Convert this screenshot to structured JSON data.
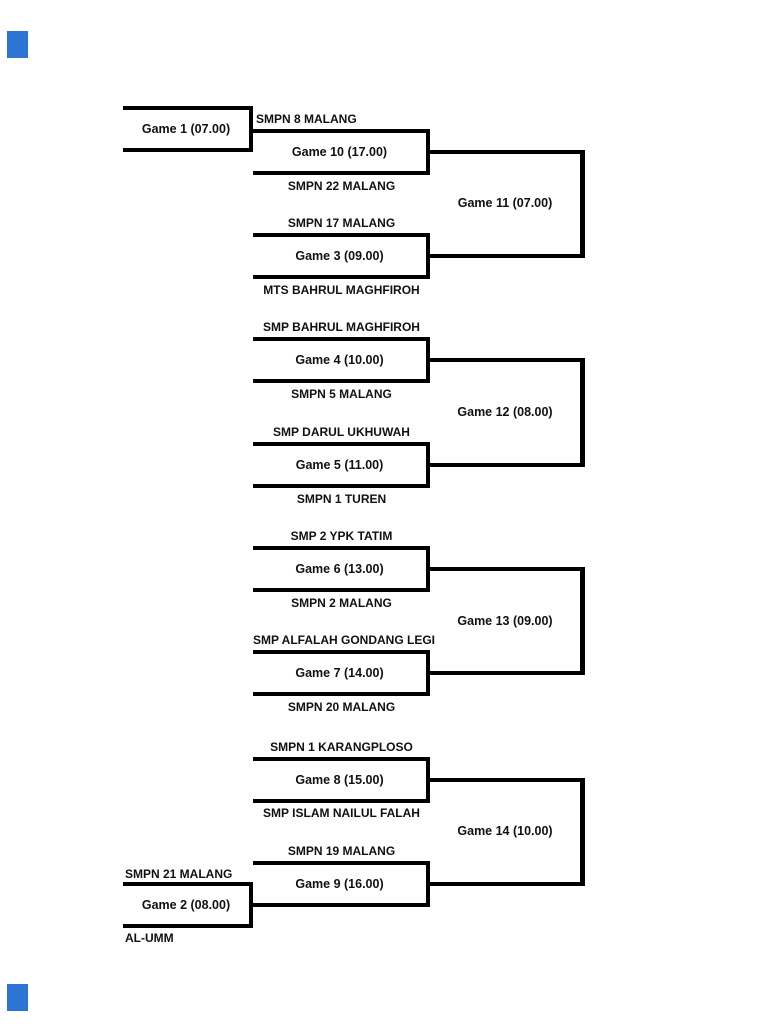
{
  "bracket": {
    "playin_games": [
      {
        "label": "Game 1 (07.00)"
      },
      {
        "label": "Game 2 (08.00)",
        "top_team": "SMPN 21 MALANG",
        "bottom_team": "AL-UMM"
      }
    ],
    "round1_games": [
      {
        "label": "Game 10 (17.00)",
        "top_team": "SMPN 8 MALANG",
        "bottom_team": "SMPN 22 MALANG"
      },
      {
        "label": "Game 3 (09.00)",
        "top_team": "SMPN 17 MALANG",
        "bottom_team": "MTS BAHRUL MAGHFIROH"
      },
      {
        "label": "Game 4 (10.00)",
        "top_team": "SMP BAHRUL MAGHFIROH",
        "bottom_team": "SMPN 5 MALANG"
      },
      {
        "label": "Game 5 (11.00)",
        "top_team": "SMP DARUL UKHUWAH",
        "bottom_team": "SMPN 1 TUREN"
      },
      {
        "label": "Game 6 (13.00)",
        "top_team": "SMP 2 YPK TATIM",
        "bottom_team": "SMPN 2 MALANG"
      },
      {
        "label": "Game 7 (14.00)",
        "top_team": "SMP ALFALAH GONDANG LEGI",
        "bottom_team": "SMPN 20 MALANG"
      },
      {
        "label": "Game 8 (15.00)",
        "top_team": "SMPN 1 KARANGPLOSO",
        "bottom_team": "SMP ISLAM NAILUL FALAH"
      },
      {
        "label": "Game 9 (16.00)",
        "top_team": "SMPN 19 MALANG"
      }
    ],
    "round2_games": [
      {
        "label": "Game 11 (07.00)"
      },
      {
        "label": "Game 12 (08.00)"
      },
      {
        "label": "Game 13 (09.00)"
      },
      {
        "label": "Game 14 (10.00)"
      }
    ]
  },
  "colors": {
    "line": "#000000",
    "text": "#111111",
    "page_marker": "#2E74D4",
    "background": "#FFFFFF"
  }
}
